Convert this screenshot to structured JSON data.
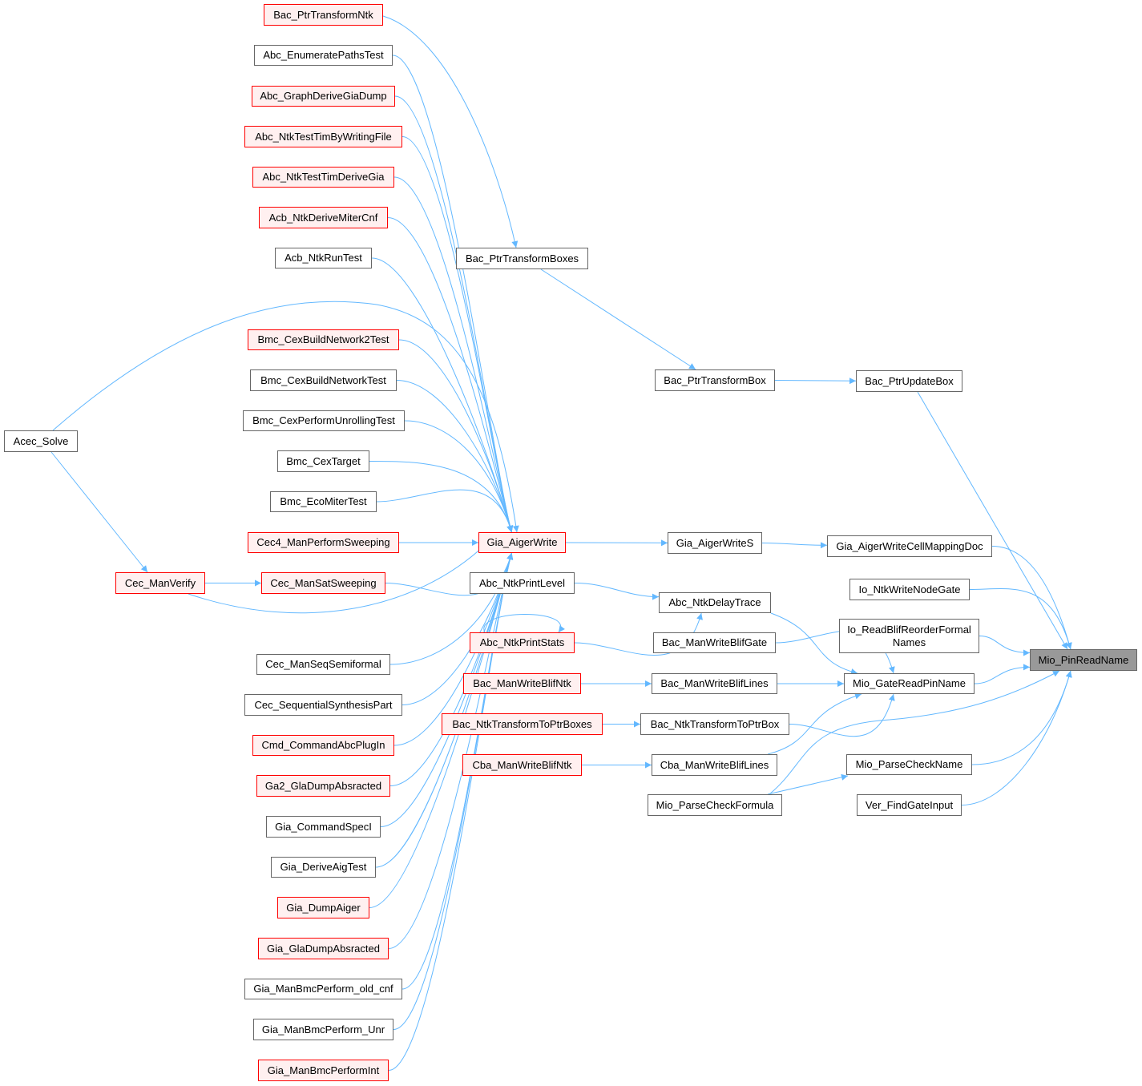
{
  "graph": {
    "colors": {
      "edge": "#63b8ff",
      "red_border": "#ff0000",
      "red_fill": "#fff0f0",
      "focus_fill": "#999999",
      "border": "#666666"
    },
    "nodes": [
      {
        "id": "Bac_PtrTransformNtk",
        "label": "Bac_PtrTransformNtk",
        "kind": "red"
      },
      {
        "id": "Abc_EnumeratePathsTest",
        "label": "Abc_EnumeratePathsTest",
        "kind": "normal"
      },
      {
        "id": "Abc_GraphDeriveGiaDump",
        "label": "Abc_GraphDeriveGiaDump",
        "kind": "red"
      },
      {
        "id": "Abc_NtkTestTimByWritingFile",
        "label": "Abc_NtkTestTimByWritingFile",
        "kind": "red"
      },
      {
        "id": "Abc_NtkTestTimDeriveGia",
        "label": "Abc_NtkTestTimDeriveGia",
        "kind": "red"
      },
      {
        "id": "Acb_NtkDeriveMiterCnf",
        "label": "Acb_NtkDeriveMiterCnf",
        "kind": "red"
      },
      {
        "id": "Acb_NtkRunTest",
        "label": "Acb_NtkRunTest",
        "kind": "normal"
      },
      {
        "id": "Bmc_CexBuildNetwork2Test",
        "label": "Bmc_CexBuildNetwork2Test",
        "kind": "red"
      },
      {
        "id": "Bmc_CexBuildNetworkTest",
        "label": "Bmc_CexBuildNetworkTest",
        "kind": "normal"
      },
      {
        "id": "Bmc_CexPerformUnrollingTest",
        "label": "Bmc_CexPerformUnrollingTest",
        "kind": "normal"
      },
      {
        "id": "Bmc_CexTarget",
        "label": "Bmc_CexTarget",
        "kind": "normal"
      },
      {
        "id": "Bmc_EcoMiterTest",
        "label": "Bmc_EcoMiterTest",
        "kind": "normal"
      },
      {
        "id": "Cec4_ManPerformSweeping",
        "label": "Cec4_ManPerformSweeping",
        "kind": "red"
      },
      {
        "id": "Cec_ManSatSweeping",
        "label": "Cec_ManSatSweeping",
        "kind": "red"
      },
      {
        "id": "Cec_ManSeqSemiformal",
        "label": "Cec_ManSeqSemiformal",
        "kind": "normal"
      },
      {
        "id": "Cec_SequentialSynthesisPart",
        "label": "Cec_SequentialSynthesisPart",
        "kind": "normal"
      },
      {
        "id": "Cmd_CommandAbcPlugIn",
        "label": "Cmd_CommandAbcPlugIn",
        "kind": "red"
      },
      {
        "id": "Ga2_GlaDumpAbsracted",
        "label": "Ga2_GlaDumpAbsracted",
        "kind": "red"
      },
      {
        "id": "Gia_CommandSpecI",
        "label": "Gia_CommandSpecI",
        "kind": "normal"
      },
      {
        "id": "Gia_DeriveAigTest",
        "label": "Gia_DeriveAigTest",
        "kind": "normal"
      },
      {
        "id": "Gia_DumpAiger",
        "label": "Gia_DumpAiger",
        "kind": "red"
      },
      {
        "id": "Gia_GlaDumpAbsracted",
        "label": "Gia_GlaDumpAbsracted",
        "kind": "red"
      },
      {
        "id": "Gia_ManBmcPerform_old_cnf",
        "label": "Gia_ManBmcPerform_old_cnf",
        "kind": "normal"
      },
      {
        "id": "Gia_ManBmcPerform_Unr",
        "label": "Gia_ManBmcPerform_Unr",
        "kind": "normal"
      },
      {
        "id": "Gia_ManBmcPerformInt",
        "label": "Gia_ManBmcPerformInt",
        "kind": "red"
      },
      {
        "id": "Acec_Solve",
        "label": "Acec_Solve",
        "kind": "normal"
      },
      {
        "id": "Cec_ManVerify",
        "label": "Cec_ManVerify",
        "kind": "red"
      },
      {
        "id": "Bac_PtrTransformBoxes",
        "label": "Bac_PtrTransformBoxes",
        "kind": "normal"
      },
      {
        "id": "Gia_AigerWrite",
        "label": "Gia_AigerWrite",
        "kind": "red"
      },
      {
        "id": "Abc_NtkPrintLevel",
        "label": "Abc_NtkPrintLevel",
        "kind": "normal"
      },
      {
        "id": "Abc_NtkPrintStats",
        "label": "Abc_NtkPrintStats",
        "kind": "red"
      },
      {
        "id": "Bac_ManWriteBlifNtk",
        "label": "Bac_ManWriteBlifNtk",
        "kind": "red"
      },
      {
        "id": "Bac_NtkTransformToPtrBoxes",
        "label": "Bac_NtkTransformToPtrBoxes",
        "kind": "red"
      },
      {
        "id": "Cba_ManWriteBlifNtk",
        "label": "Cba_ManWriteBlifNtk",
        "kind": "red"
      },
      {
        "id": "Bac_PtrTransformBox",
        "label": "Bac_PtrTransformBox",
        "kind": "normal"
      },
      {
        "id": "Gia_AigerWriteS",
        "label": "Gia_AigerWriteS",
        "kind": "normal"
      },
      {
        "id": "Abc_NtkDelayTrace",
        "label": "Abc_NtkDelayTrace",
        "kind": "normal"
      },
      {
        "id": "Bac_ManWriteBlifGate",
        "label": "Bac_ManWriteBlifGate",
        "kind": "normal"
      },
      {
        "id": "Bac_ManWriteBlifLines",
        "label": "Bac_ManWriteBlifLines",
        "kind": "normal"
      },
      {
        "id": "Bac_NtkTransformToPtrBox",
        "label": "Bac_NtkTransformToPtrBox",
        "kind": "normal"
      },
      {
        "id": "Cba_ManWriteBlifLines",
        "label": "Cba_ManWriteBlifLines",
        "kind": "normal"
      },
      {
        "id": "Mio_ParseCheckFormula",
        "label": "Mio_ParseCheckFormula",
        "kind": "normal"
      },
      {
        "id": "Bac_PtrUpdateBox",
        "label": "Bac_PtrUpdateBox",
        "kind": "normal"
      },
      {
        "id": "Gia_AigerWriteCellMappingDoc",
        "label": "Gia_AigerWriteCellMappingDoc",
        "kind": "normal"
      },
      {
        "id": "Io_NtkWriteNodeGate",
        "label": "Io_NtkWriteNodeGate",
        "kind": "normal"
      },
      {
        "id": "Io_ReadBlifReorderFormalNames",
        "label": "Io_ReadBlifReorderFormal\nNames",
        "kind": "normal"
      },
      {
        "id": "Mio_GateReadPinName",
        "label": "Mio_GateReadPinName",
        "kind": "normal"
      },
      {
        "id": "Mio_ParseCheckName",
        "label": "Mio_ParseCheckName",
        "kind": "normal"
      },
      {
        "id": "Ver_FindGateInput",
        "label": "Ver_FindGateInput",
        "kind": "normal"
      },
      {
        "id": "Mio_PinReadName",
        "label": "Mio_PinReadName",
        "kind": "focus"
      }
    ],
    "edges": [
      [
        "Bac_PtrTransformNtk",
        "Bac_PtrTransformBoxes"
      ],
      [
        "Bac_PtrTransformBoxes",
        "Bac_PtrTransformBox"
      ],
      [
        "Bac_PtrTransformBox",
        "Bac_PtrUpdateBox"
      ],
      [
        "Bac_PtrUpdateBox",
        "Mio_PinReadName"
      ],
      [
        "Abc_EnumeratePathsTest",
        "Gia_AigerWrite"
      ],
      [
        "Abc_GraphDeriveGiaDump",
        "Gia_AigerWrite"
      ],
      [
        "Abc_NtkTestTimByWritingFile",
        "Gia_AigerWrite"
      ],
      [
        "Abc_NtkTestTimDeriveGia",
        "Gia_AigerWrite"
      ],
      [
        "Acb_NtkDeriveMiterCnf",
        "Gia_AigerWrite"
      ],
      [
        "Acb_NtkRunTest",
        "Gia_AigerWrite"
      ],
      [
        "Acec_Solve",
        "Gia_AigerWrite"
      ],
      [
        "Acec_Solve",
        "Cec_ManVerify"
      ],
      [
        "Bmc_CexBuildNetwork2Test",
        "Gia_AigerWrite"
      ],
      [
        "Bmc_CexBuildNetworkTest",
        "Gia_AigerWrite"
      ],
      [
        "Bmc_CexPerformUnrollingTest",
        "Gia_AigerWrite"
      ],
      [
        "Bmc_CexTarget",
        "Gia_AigerWrite"
      ],
      [
        "Bmc_EcoMiterTest",
        "Gia_AigerWrite"
      ],
      [
        "Cec4_ManPerformSweeping",
        "Gia_AigerWrite"
      ],
      [
        "Cec_ManVerify",
        "Cec_ManSatSweeping"
      ],
      [
        "Cec_ManVerify",
        "Gia_AigerWrite"
      ],
      [
        "Cec_ManSatSweeping",
        "Gia_AigerWrite"
      ],
      [
        "Cec_ManSeqSemiformal",
        "Gia_AigerWrite"
      ],
      [
        "Cec_SequentialSynthesisPart",
        "Gia_AigerWrite"
      ],
      [
        "Cmd_CommandAbcPlugIn",
        "Gia_AigerWrite"
      ],
      [
        "Ga2_GlaDumpAbsracted",
        "Gia_AigerWrite"
      ],
      [
        "Gia_CommandSpecI",
        "Gia_AigerWrite"
      ],
      [
        "Gia_DeriveAigTest",
        "Gia_AigerWrite"
      ],
      [
        "Gia_DumpAiger",
        "Gia_AigerWrite"
      ],
      [
        "Gia_GlaDumpAbsracted",
        "Gia_AigerWrite"
      ],
      [
        "Gia_ManBmcPerform_old_cnf",
        "Gia_AigerWrite"
      ],
      [
        "Gia_ManBmcPerform_Unr",
        "Gia_AigerWrite"
      ],
      [
        "Gia_ManBmcPerformInt",
        "Gia_AigerWrite"
      ],
      [
        "Gia_AigerWrite",
        "Gia_AigerWriteS"
      ],
      [
        "Gia_AigerWriteS",
        "Gia_AigerWriteCellMappingDoc"
      ],
      [
        "Gia_AigerWriteCellMappingDoc",
        "Mio_PinReadName"
      ],
      [
        "Io_NtkWriteNodeGate",
        "Mio_PinReadName"
      ],
      [
        "Io_ReadBlifReorderFormalNames",
        "Mio_PinReadName"
      ],
      [
        "Abc_NtkPrintLevel",
        "Abc_NtkDelayTrace"
      ],
      [
        "Abc_NtkPrintStats",
        "Abc_NtkDelayTrace"
      ],
      [
        "Abc_NtkPrintStats",
        "Abc_NtkPrintStats"
      ],
      [
        "Abc_NtkDelayTrace",
        "Mio_GateReadPinName"
      ],
      [
        "Bac_ManWriteBlifGate",
        "Mio_GateReadPinName"
      ],
      [
        "Bac_ManWriteBlifNtk",
        "Bac_ManWriteBlifLines"
      ],
      [
        "Bac_ManWriteBlifLines",
        "Mio_GateReadPinName"
      ],
      [
        "Bac_NtkTransformToPtrBoxes",
        "Bac_NtkTransformToPtrBox"
      ],
      [
        "Bac_NtkTransformToPtrBox",
        "Mio_GateReadPinName"
      ],
      [
        "Cba_ManWriteBlifNtk",
        "Cba_ManWriteBlifLines"
      ],
      [
        "Cba_ManWriteBlifLines",
        "Mio_GateReadPinName"
      ],
      [
        "Mio_GateReadPinName",
        "Mio_PinReadName"
      ],
      [
        "Mio_ParseCheckFormula",
        "Mio_PinReadName"
      ],
      [
        "Mio_ParseCheckFormula",
        "Mio_ParseCheckName"
      ],
      [
        "Mio_ParseCheckName",
        "Mio_PinReadName"
      ],
      [
        "Ver_FindGateInput",
        "Mio_PinReadName"
      ]
    ]
  }
}
